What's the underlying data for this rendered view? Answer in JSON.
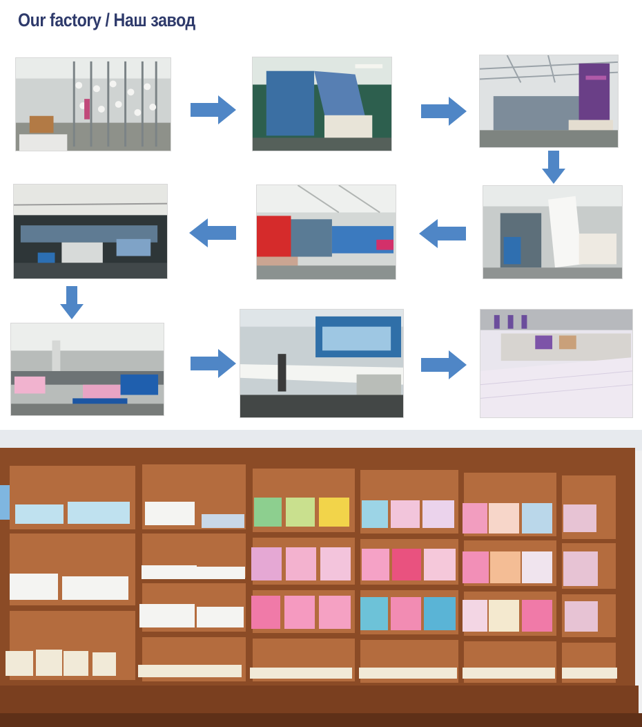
{
  "header": {
    "title": "Our factory / Наш завод"
  },
  "colors": {
    "title": "#2e3a6b",
    "arrow": "#4f86c6",
    "shelf_wood": "#8a4a26"
  },
  "process_flow": {
    "steps": [
      {
        "icon": "yarn-winding-photo"
      },
      {
        "icon": "fabric-dyeing-photo"
      },
      {
        "icon": "knitting-machines-photo"
      },
      {
        "icon": "fabric-finishing-photo"
      },
      {
        "icon": "fabric-printing-photo"
      },
      {
        "icon": "sewing-workshop-photo"
      },
      {
        "icon": "packing-workshop-photo"
      },
      {
        "icon": "cutting-tables-photo"
      },
      {
        "icon": "embroidery-machines-photo"
      }
    ],
    "arrows": [
      "right",
      "right",
      "down",
      "left",
      "left",
      "down",
      "right",
      "right"
    ]
  },
  "showroom": {
    "icon": "product-shelf-photo"
  }
}
